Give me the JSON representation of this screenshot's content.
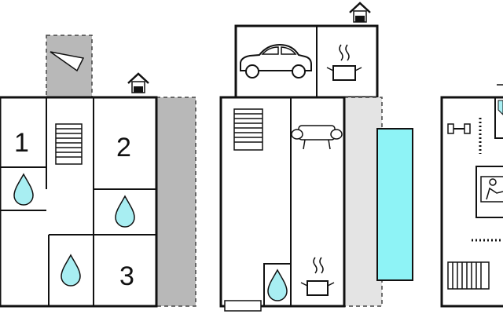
{
  "floorplan": {
    "colors": {
      "wall": "#111111",
      "terrace": "#b8b8b8",
      "balcony": "#e4e4e4",
      "water": "#a8eef2",
      "pool": "#8ef3f6",
      "background": "#ffffff"
    },
    "rooms": {
      "bedroom_1": "1",
      "bedroom_2": "2",
      "bedroom_3": "3"
    },
    "icons": {
      "shower": "water-drop-icon",
      "stairs": "stairs-icon",
      "entrance": "house-entrance-icon",
      "garage": "car-icon",
      "kitchen": "cooking-pot-icon",
      "living": "sofa-icon",
      "gym": "dumbbell-icon",
      "sauna": "sauna-icon",
      "pool": "swimming-pool",
      "tv": "tv-icon"
    }
  }
}
